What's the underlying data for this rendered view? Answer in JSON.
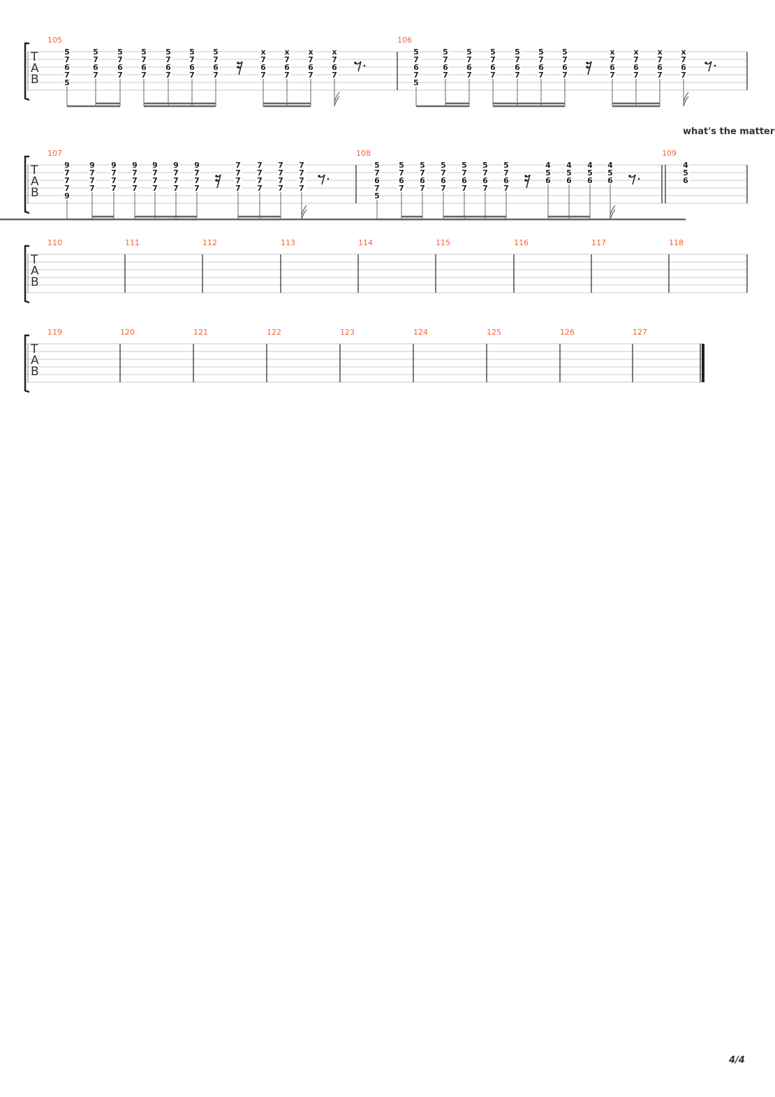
{
  "lyric": "what's the matter (",
  "page_number": "4/4",
  "tab_label": [
    "T",
    "A",
    "B"
  ],
  "accent_color": "#f0643c",
  "systems": [
    {
      "measures": [
        {
          "number": "105",
          "beats": [
            [
              "5",
              "7",
              "6",
              "7",
              "5"
            ],
            [
              "5",
              "7",
              "6",
              "7"
            ],
            [
              "5",
              "7",
              "6",
              "7"
            ],
            [
              "5",
              "7",
              "6",
              "7"
            ],
            [
              "5",
              "7",
              "6",
              "7"
            ],
            [
              "5",
              "7",
              "6",
              "7"
            ],
            [
              "5",
              "7",
              "6",
              "7"
            ],
            "rest16",
            [
              "x",
              "7",
              "6",
              "7"
            ],
            [
              "x",
              "7",
              "6",
              "7"
            ],
            [
              "x",
              "7",
              "6",
              "7"
            ],
            [
              "x",
              "7",
              "6",
              "7"
            ],
            "rest8d"
          ]
        },
        {
          "number": "106",
          "beats": [
            [
              "5",
              "7",
              "6",
              "7",
              "5"
            ],
            [
              "5",
              "7",
              "6",
              "7"
            ],
            [
              "5",
              "7",
              "6",
              "7"
            ],
            [
              "5",
              "7",
              "6",
              "7"
            ],
            [
              "5",
              "7",
              "6",
              "7"
            ],
            [
              "5",
              "7",
              "6",
              "7"
            ],
            [
              "5",
              "7",
              "6",
              "7"
            ],
            "rest16",
            [
              "x",
              "7",
              "6",
              "7"
            ],
            [
              "x",
              "7",
              "6",
              "7"
            ],
            [
              "x",
              "7",
              "6",
              "7"
            ],
            [
              "x",
              "7",
              "6",
              "7"
            ],
            "rest8d"
          ]
        }
      ]
    },
    {
      "measures": [
        {
          "number": "107",
          "beats": [
            [
              "9",
              "7",
              "7",
              "7",
              "9"
            ],
            [
              "9",
              "7",
              "7",
              "7"
            ],
            [
              "9",
              "7",
              "7",
              "7"
            ],
            [
              "9",
              "7",
              "7",
              "7"
            ],
            [
              "9",
              "7",
              "7",
              "7"
            ],
            [
              "9",
              "7",
              "7",
              "7"
            ],
            [
              "9",
              "7",
              "7",
              "7"
            ],
            "rest16",
            [
              "7",
              "7",
              "7",
              "7"
            ],
            [
              "7",
              "7",
              "7",
              "7"
            ],
            [
              "7",
              "7",
              "7",
              "7"
            ],
            [
              "7",
              "7",
              "7",
              "7"
            ],
            "rest8d"
          ]
        },
        {
          "number": "108",
          "beats": [
            [
              "5",
              "7",
              "6",
              "7",
              "5"
            ],
            [
              "5",
              "7",
              "6",
              "7"
            ],
            [
              "5",
              "7",
              "6",
              "7"
            ],
            [
              "5",
              "7",
              "6",
              "7"
            ],
            [
              "5",
              "7",
              "6",
              "7"
            ],
            [
              "5",
              "7",
              "6",
              "7"
            ],
            [
              "5",
              "7",
              "6",
              "7"
            ],
            "rest16",
            [
              "4",
              "5",
              "6"
            ],
            [
              "4",
              "5",
              "6"
            ],
            [
              "4",
              "5",
              "6"
            ],
            [
              "4",
              "5",
              "6"
            ],
            "rest8d"
          ]
        },
        {
          "number": "109",
          "beats": [
            [
              "4",
              "5",
              "6"
            ]
          ]
        }
      ]
    },
    {
      "measures": [
        {
          "number": "110"
        },
        {
          "number": "111"
        },
        {
          "number": "112"
        },
        {
          "number": "113"
        },
        {
          "number": "114"
        },
        {
          "number": "115"
        },
        {
          "number": "116"
        },
        {
          "number": "117"
        },
        {
          "number": "118"
        }
      ]
    },
    {
      "measures": [
        {
          "number": "119"
        },
        {
          "number": "120"
        },
        {
          "number": "121"
        },
        {
          "number": "122"
        },
        {
          "number": "123"
        },
        {
          "number": "124"
        },
        {
          "number": "125"
        },
        {
          "number": "126"
        },
        {
          "number": "127"
        }
      ]
    }
  ]
}
